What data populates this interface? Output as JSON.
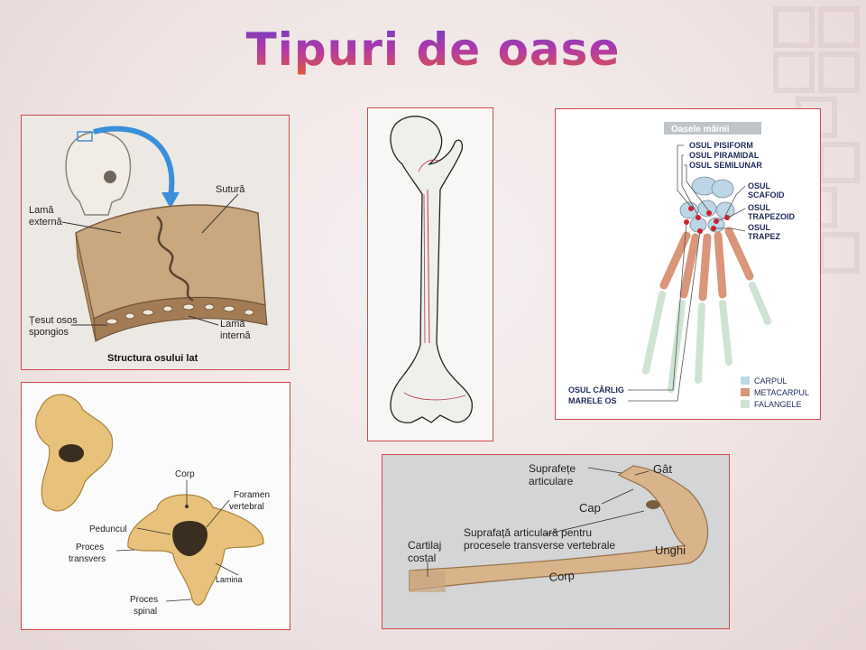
{
  "title": "Tipuri de oase",
  "colors": {
    "title_start": "#6b3fc4",
    "title_end": "#e0573a",
    "panel_border": "#d24a4a",
    "leader_red": "#c8102e"
  },
  "panel_flat": {
    "lama_externa_1": "Lamă",
    "lama_externa_2": "externă",
    "sutura": "Sutură",
    "tesut_1": "Țesut osos",
    "tesut_2": "spongios",
    "lama_interna_1": "Lamă",
    "lama_interna_2": "internă",
    "caption": "Structura osului lat"
  },
  "panel_hand": {
    "header": "Oasele mâinii",
    "labels": [
      "OSUL PISIFORM",
      "OSUL PIRAMIDAL",
      "OSUL SEMILUNAR"
    ],
    "scafoid_1": "OSUL",
    "scafoid_2": "SCAFOID",
    "trapezoid_1": "OSUL",
    "trapezoid_2": "TRAPEZOID",
    "trapez_1": "OSUL",
    "trapez_2": "TRAPEZ",
    "carlig": "OSUL CÂRLIG",
    "marele": "MARELE OS",
    "legend": [
      {
        "label": "CARPUL",
        "color": "#bcd6e6"
      },
      {
        "label": "METACARPUL",
        "color": "#d9967a"
      },
      {
        "label": "FALANGELE",
        "color": "#cfe3d4"
      }
    ]
  },
  "panel_vertebra": {
    "corp": "Corp",
    "foramen_1": "Foramen",
    "foramen_2": "vertebral",
    "peduncul": "Peduncul",
    "proces_tr_1": "Proces",
    "proces_tr_2": "transvers",
    "lamina": "Lamina",
    "proces_sp_1": "Proces",
    "proces_sp_2": "spinal"
  },
  "panel_rib": {
    "suprafete_1": "Suprafețe",
    "suprafete_2": "articulare",
    "gat": "Gât",
    "cap": "Cap",
    "supr_vert_1": "Suprafață articulară pentru",
    "supr_vert_2": "procesele transverse vertebrale",
    "cartilaj_1": "Cartilaj",
    "cartilaj_2": "costal",
    "unghi": "Unghi",
    "corp": "Corp"
  }
}
